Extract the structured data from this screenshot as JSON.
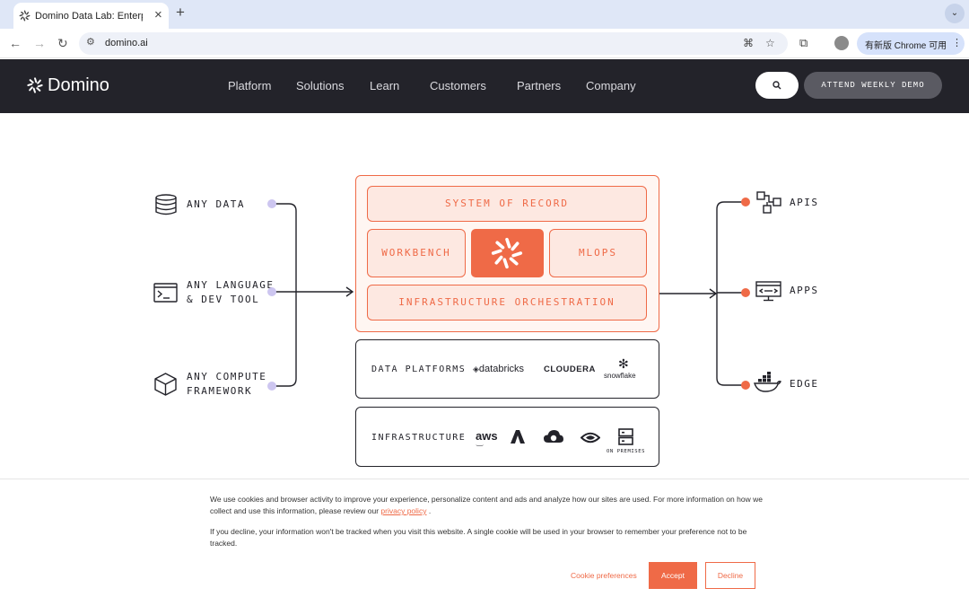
{
  "browser": {
    "tab_title": "Domino Data Lab: Enterprise",
    "tab_close": "×",
    "new_tab": "+",
    "url": "domino.ai",
    "update_label": "有新版 Chrome 可用"
  },
  "header": {
    "logo": "Domino",
    "nav": [
      "Platform",
      "Solutions",
      "Learn",
      "Customers",
      "Partners",
      "Company"
    ],
    "demo_button": "ATTEND WEEKLY DEMO"
  },
  "diagram": {
    "inputs": {
      "data": "ANY DATA",
      "language_1": "ANY LANGUAGE",
      "language_2": "& DEV TOOL",
      "compute_1": "ANY COMPUTE",
      "compute_2": "FRAMEWORK"
    },
    "core": {
      "system_of_record": "SYSTEM OF RECORD",
      "workbench": "WORKBENCH",
      "mlops": "MLOPS",
      "orchestration": "INFRASTRUCTURE ORCHESTRATION"
    },
    "data_platforms": {
      "title": "DATA PLATFORMS",
      "vendors": [
        "databricks",
        "CLOUDERA",
        "snowflake"
      ]
    },
    "infrastructure": {
      "title": "INFRASTRUCTURE",
      "aws": "aws",
      "on_premises": "ON PREMISES"
    },
    "outputs": {
      "apis": "APIS",
      "apps": "APPS",
      "edge": "EDGE"
    },
    "colors": {
      "accent": "#ef6a47",
      "dark": "#23232a",
      "input_dot": "#cdc6f0"
    }
  },
  "cookie": {
    "p1_text": "We use cookies and browser activity to improve your experience, personalize content and ads and analyze how our sites are used. For more information on how we collect and use this information, please review our",
    "p1_link": "privacy policy",
    "p1_end": ".",
    "p2_text": "If you decline, your information won't be tracked when you visit this website. A single cookie will be used in your browser to remember your preference not to be tracked.",
    "preferences": "Cookie preferences",
    "accept": "Accept",
    "decline": "Decline"
  }
}
